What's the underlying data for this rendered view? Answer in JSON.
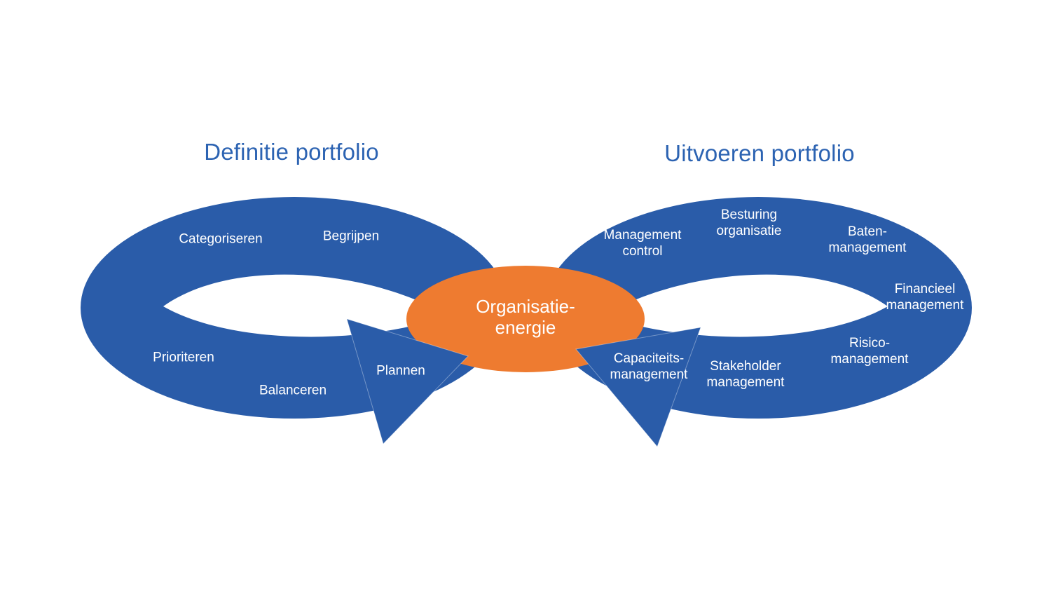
{
  "colors": {
    "loop_blue": "#2a5ca9",
    "accent_orange": "#ee7b30",
    "title_blue": "#2c63b2",
    "label_white": "#ffffff",
    "page_bg": "#ffffff"
  },
  "left_loop": {
    "title": "Definitie portfolio",
    "labels": [
      "Categoriseren",
      "Begrijpen",
      "Prioriteren",
      "Balanceren",
      "Plannen"
    ]
  },
  "right_loop": {
    "title": "Uitvoeren portfolio",
    "labels": [
      "Management\ncontrol",
      "Besturing\norganisatie",
      "Baten-\nmanagement",
      "Financieel\nmanagement",
      "Risico-\nmanagement",
      "Stakeholder\nmanagement",
      "Capaciteits-\nmanagement"
    ]
  },
  "center_node": {
    "label": "Organisatie-\nenergie"
  }
}
